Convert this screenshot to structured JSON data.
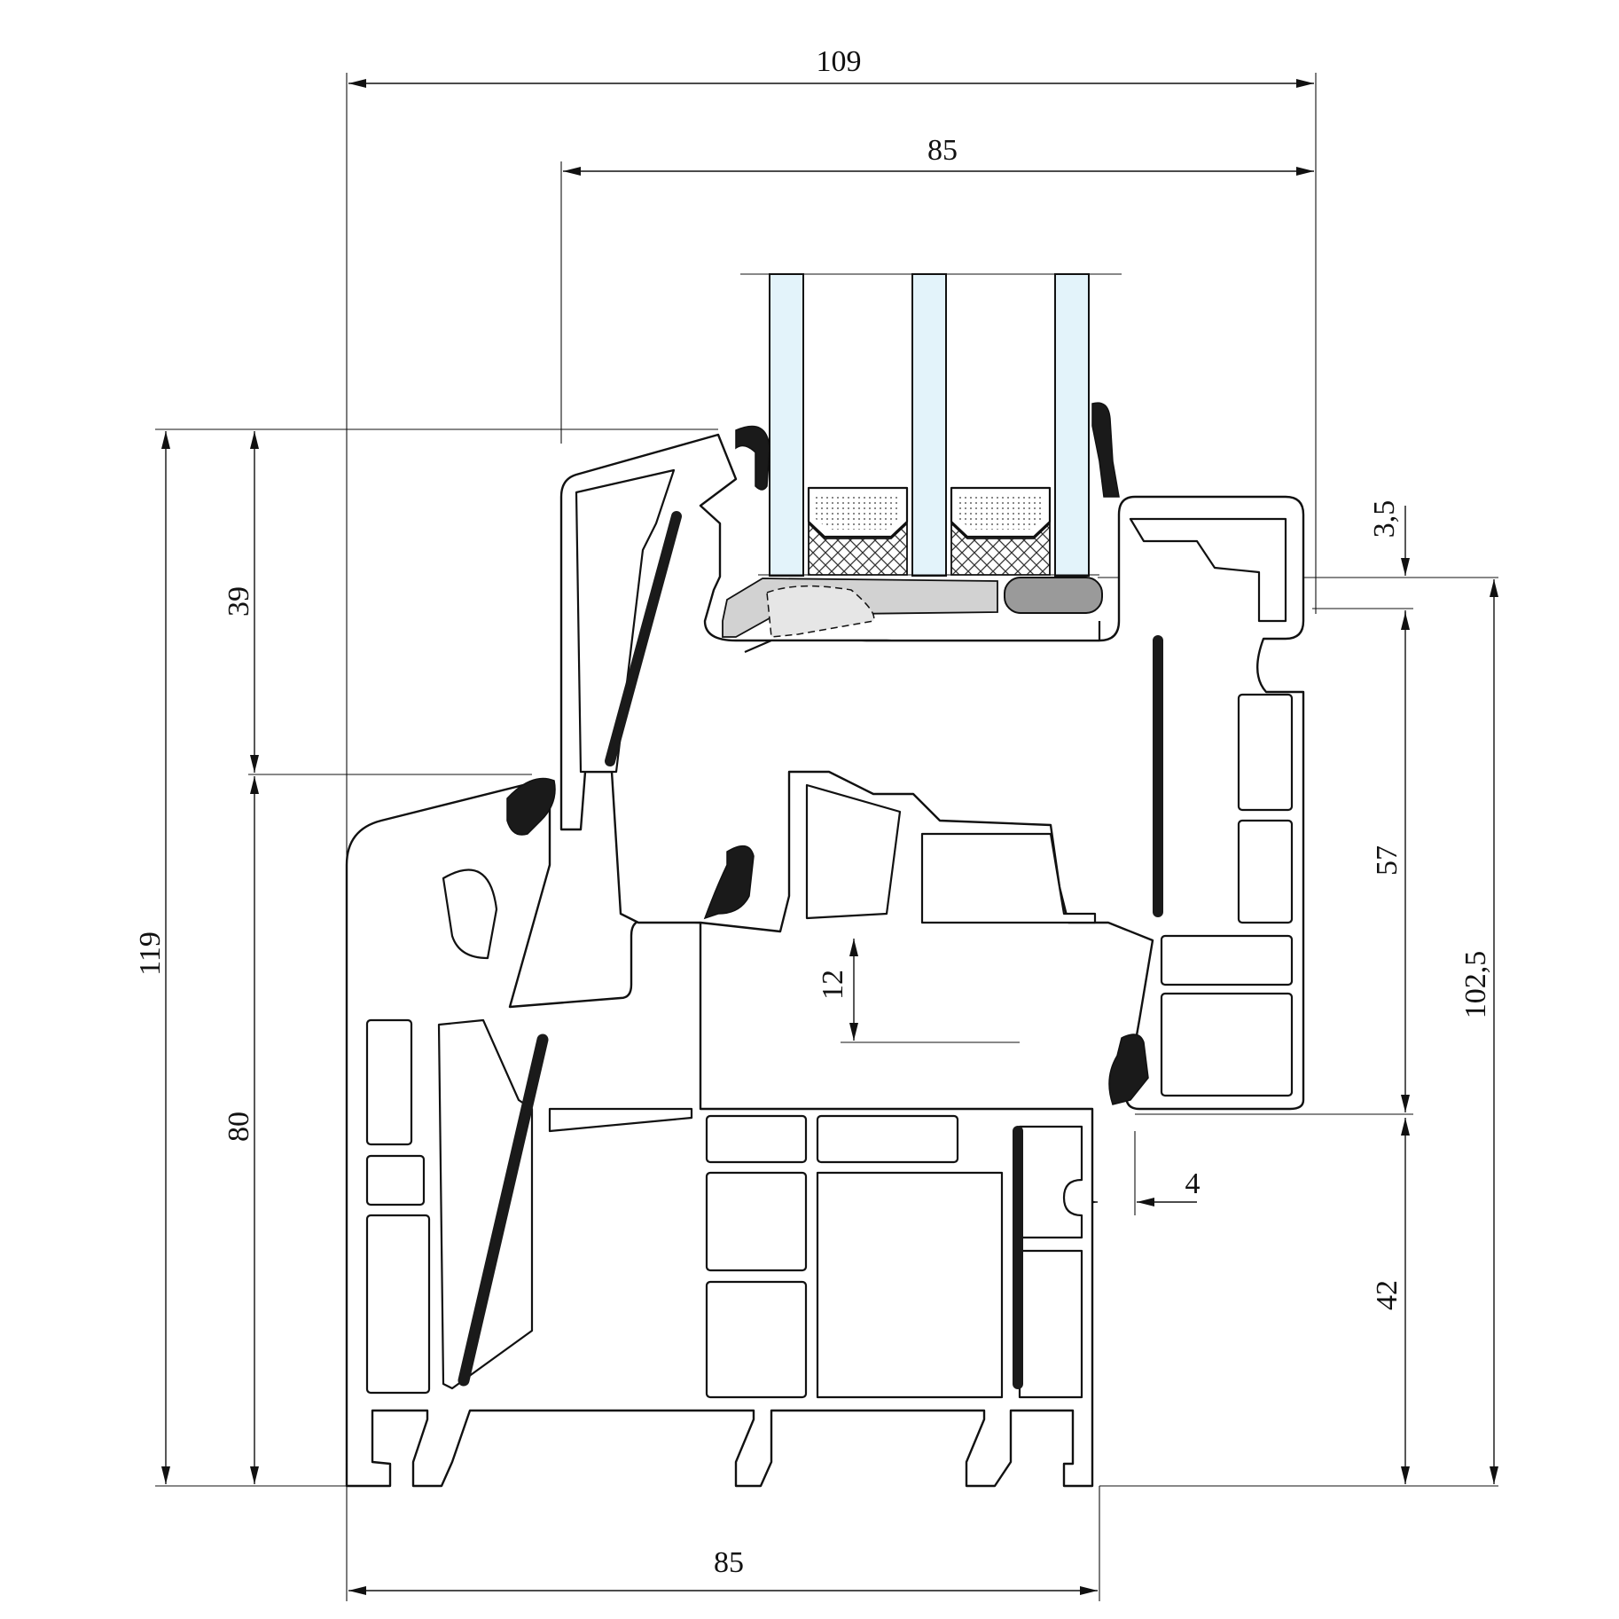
{
  "colors": {
    "line": "#111111",
    "glass": "#e3f3fa",
    "gasket": "#1a1a1a",
    "spacer": "#d2d2d2",
    "seal_block": "#9a9a9a",
    "background": "#ffffff"
  },
  "dimensions": {
    "overall_width": "109",
    "sash_width": "85",
    "frame_width": "85",
    "overall_height": "119",
    "sash_height": "39",
    "frame_height": "80",
    "glass_offset": "3,5",
    "glazing_height": "57",
    "total_right_height": "102,5",
    "frame_right_height": "42",
    "rebate_height": "12",
    "overlap": "4"
  }
}
